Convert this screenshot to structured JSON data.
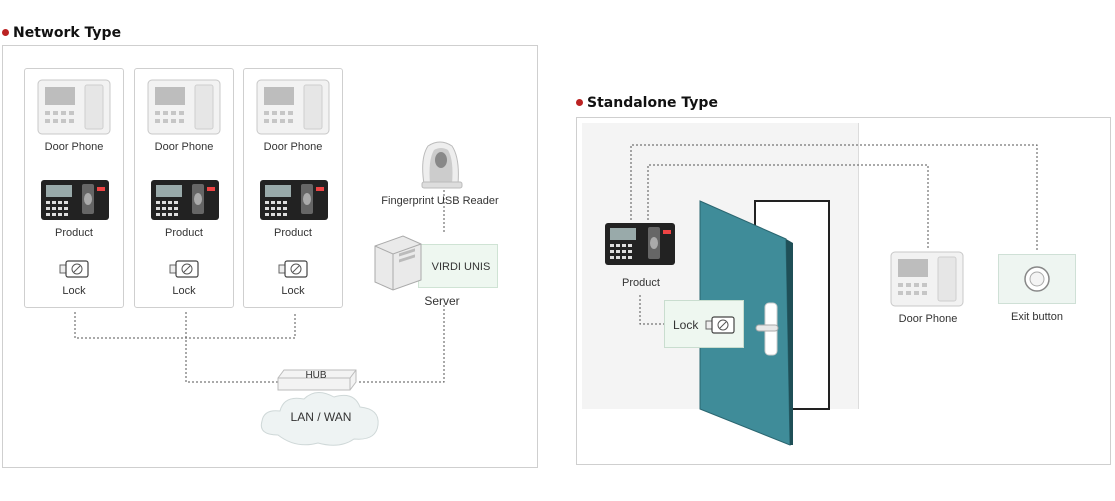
{
  "network": {
    "title": "Network Type",
    "columns": [
      {
        "door_phone": "Door Phone",
        "product": "Product",
        "lock": "Lock"
      },
      {
        "door_phone": "Door Phone",
        "product": "Product",
        "lock": "Lock"
      },
      {
        "door_phone": "Door Phone",
        "product": "Product",
        "lock": "Lock"
      }
    ],
    "fingerprint_reader": "Fingerprint USB Reader",
    "server_software": "VIRDI UNIS",
    "server": "Server",
    "hub": "HUB",
    "lan_wan": "LAN / WAN"
  },
  "standalone": {
    "title": "Standalone Type",
    "product": "Product",
    "lock": "Lock",
    "door_phone": "Door Phone",
    "exit_button": "Exit button"
  },
  "colors": {
    "bullet": "#b22222",
    "door": "#3f8c99",
    "panel_border": "#cfcfcf",
    "line": "#555555"
  }
}
